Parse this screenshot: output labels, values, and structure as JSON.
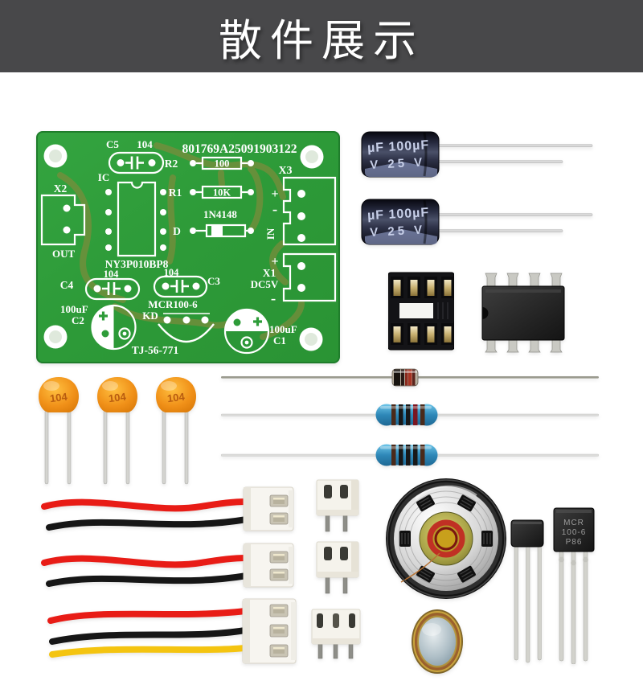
{
  "banner": {
    "title": "散件展示",
    "bg": "#48484a",
    "text_color": "#ffffff"
  },
  "pcb": {
    "serial": "801769A25091903122",
    "board_model": "TJ-56-771",
    "chip_model": "NY3P010BP8",
    "scr_model": "MCR100-6",
    "scr_mark": "KD",
    "labels": {
      "c5": "C5",
      "c5_val": "104",
      "r2": "R2",
      "r2_val": "100",
      "r1": "R1",
      "r1_val": "10K",
      "d": "D",
      "d_val": "1N4148",
      "ic": "IC",
      "x2": "X2",
      "x2_out": "OUT",
      "x3": "X3",
      "x3_plus": "+",
      "x3_minus": "-",
      "x3_in": "IN",
      "x1": "X1",
      "x1_val": "DC5V",
      "x1_plus": "+",
      "x1_minus": "-",
      "c4": "C4",
      "c4_val": "104",
      "c3": "C3",
      "c3_val": "104",
      "c2": "C2",
      "c2_val": "100uF",
      "c1": "C1",
      "c1_val": "100uF"
    },
    "colors": {
      "board": "#2f9e3c",
      "trace": "#7e8c3c",
      "silkscreen": "#ffffff"
    }
  },
  "parts": {
    "electrolytic_cap": {
      "marking_line1": "µF 100µF",
      "marking_line2": "V 25 V"
    },
    "ceramic_cap_label": "104",
    "transistor_marking": {
      "line1": "MCR",
      "line2": "100-6",
      "line3": "P86"
    },
    "colors": {
      "ceramic_body": "#f09018",
      "resistor_body": "#2e88b8",
      "wire_red": "#e81c16",
      "wire_black": "#161616",
      "wire_yellow": "#f4c410"
    }
  }
}
